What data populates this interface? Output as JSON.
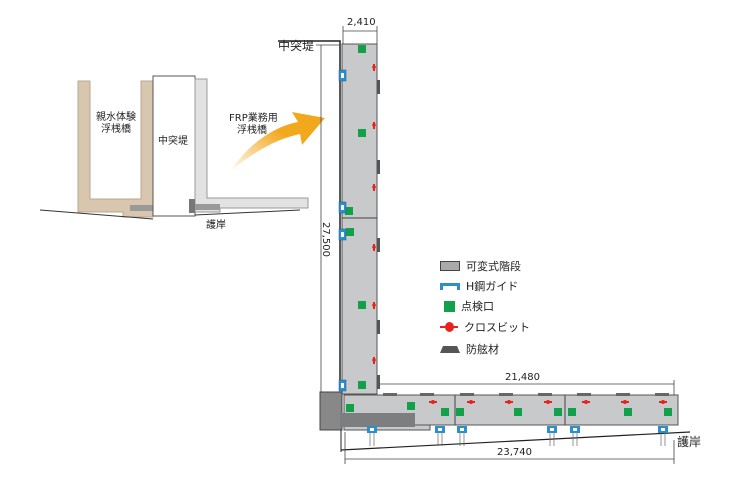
{
  "inset": {
    "pontoon_left": [
      "親水体験",
      "浮桟橋"
    ],
    "breakwater": "中突堤",
    "pontoon_right": [
      "FRP業務用",
      "浮桟橋"
    ],
    "seawall": "護岸"
  },
  "main": {
    "breakwater_label": "中突堤",
    "seawall_label": "護岸",
    "dims": {
      "width_top": "2,410",
      "length_vertical": "27,500",
      "length_horizontal": "21,480",
      "length_total": "23,740"
    }
  },
  "legend": [
    {
      "label": "可変式階段",
      "icon": "stair-icon"
    },
    {
      "label": "H鋼ガイド",
      "icon": "h-beam-guide-icon"
    },
    {
      "label": "点検口",
      "icon": "inspection-hatch-icon"
    },
    {
      "label": "クロスビット",
      "icon": "cross-bitt-icon"
    },
    {
      "label": "防舷材",
      "icon": "fender-icon"
    }
  ],
  "colors": {
    "pontoon": "#c8c9cb",
    "hatch": "#13a04a",
    "bitt": "#e8231f",
    "guide": "#2b8fcf",
    "arrow": "#f2a81d",
    "beige": "#d8c6ae"
  }
}
